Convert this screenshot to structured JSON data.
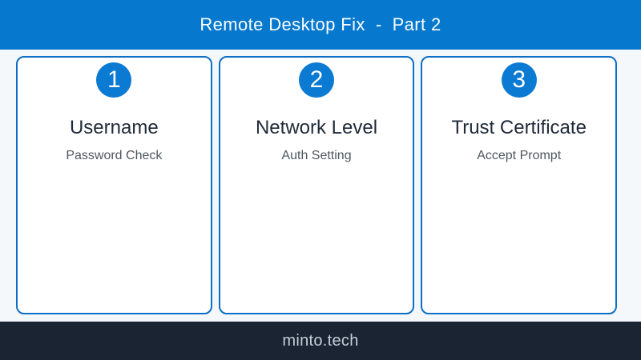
{
  "header": {
    "title": "Remote Desktop Fix  -  Part 2"
  },
  "steps": [
    {
      "number": "1",
      "title": "Username",
      "subtitle": "Password Check"
    },
    {
      "number": "2",
      "title": "Network Level",
      "subtitle": "Auth Setting"
    },
    {
      "number": "3",
      "title": "Trust Certificate",
      "subtitle": "Accept Prompt"
    }
  ],
  "footer": {
    "brand": "minto.tech"
  },
  "colors": {
    "header_bg": "#0679cf",
    "badge_bg": "#0a7ad2",
    "card_border": "#0d6ec5",
    "page_bg": "#f5f8fb",
    "card_bg": "#ffffff",
    "title_text": "#1f2a38",
    "subtitle_text": "#4d5760",
    "footer_bg": "#1b2433",
    "footer_text": "#c4cfd9",
    "header_text": "#fafdff"
  }
}
